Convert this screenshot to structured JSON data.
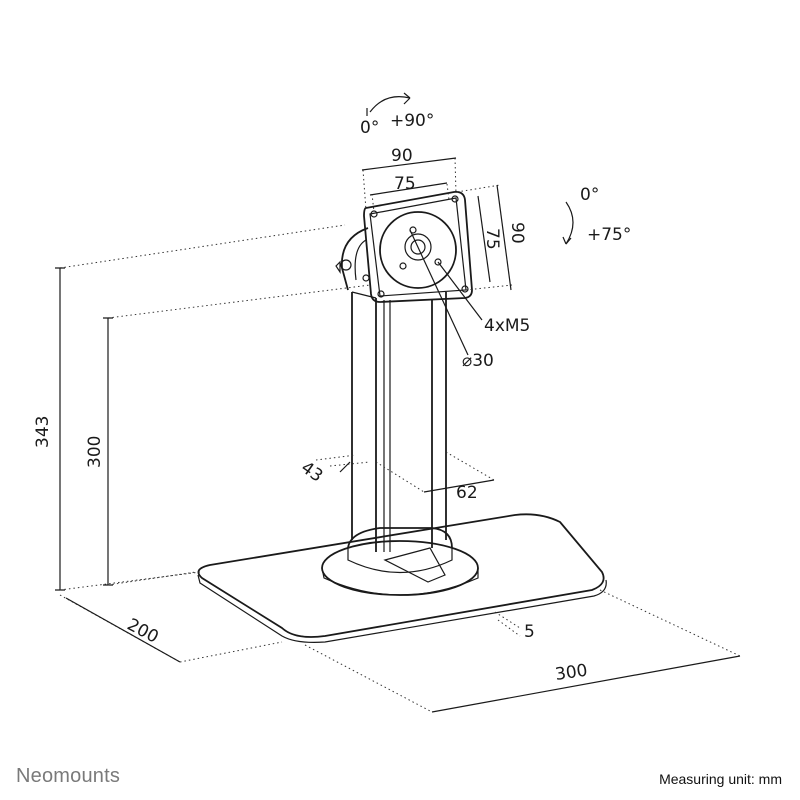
{
  "brand": "Neomounts",
  "measuring_unit": "Measuring unit: mm",
  "rotation": {
    "start": "0°",
    "end": "+90°"
  },
  "tilt": {
    "start": "0°",
    "end": "+75°"
  },
  "vesa": {
    "width_outer": "90",
    "width_inner": "75",
    "height_inner": "75",
    "height_outer": "90"
  },
  "screws": "4xM5",
  "diameter": "⌀30",
  "column": {
    "depth": "43",
    "width": "62"
  },
  "heights": {
    "total": "343",
    "to_vesa": "300"
  },
  "base": {
    "depth": "200",
    "width": "300",
    "thickness": "5"
  }
}
